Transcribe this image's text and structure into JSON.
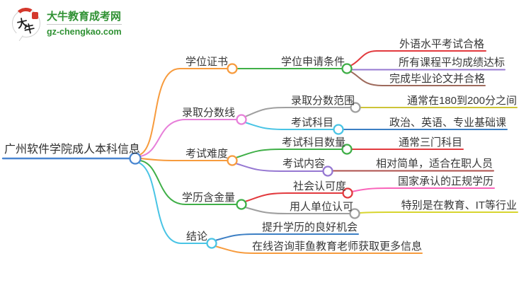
{
  "logo": {
    "emblem_chars": [
      "大",
      "牛"
    ],
    "title": "大牛教育成考网",
    "url": "gz-chengkao.com"
  },
  "palette": {
    "blue": "#4a86d1",
    "blue2": "#3c7fc4",
    "orange": "#f79b3d",
    "pink": "#e77fd9",
    "green": "#3faf47",
    "cyan": "#49c4e5",
    "red": "#e23a3e",
    "purple": "#9678d2",
    "brown": "#9e6a5c",
    "gray": "#9f9f9f",
    "olive": "#cdc437",
    "yellow": "#d8d52f",
    "hotpink": "#fa64ba",
    "darkred": "#ad4f4b",
    "logo_green": "#2f9133",
    "seal_red": "#d4382c"
  },
  "mindmap": {
    "root": {
      "label": "广州软件学院成人本科信息"
    },
    "branches": [
      {
        "label": "学位证书",
        "children": [
          {
            "label": "学位申请条件",
            "children": [
              {
                "label": "外语水平考试合格"
              },
              {
                "label": "所有课程平均成绩达标"
              },
              {
                "label": "完成毕业论文并合格"
              }
            ]
          }
        ]
      },
      {
        "label": "录取分数线",
        "children": [
          {
            "label": "录取分数范围",
            "value": "通常在180到200分之间"
          },
          {
            "label": "考试科目",
            "value": "政治、英语、专业基础课"
          }
        ]
      },
      {
        "label": "考试难度",
        "children": [
          {
            "label": "考试科目数量",
            "value": "通常三门科目"
          },
          {
            "label": "考试内容",
            "value": "相对简单，适合在职人员"
          }
        ]
      },
      {
        "label": "学历含金量",
        "children": [
          {
            "label": "社会认可度",
            "value": "国家承认的正规学历"
          },
          {
            "label": "用人单位认可",
            "value": "特别是在教育、IT等行业"
          }
        ]
      },
      {
        "label": "结论",
        "children": [
          {
            "label": "提升学历的良好机会"
          },
          {
            "label": "在线咨询菲鱼教育老师获取更多信息"
          }
        ]
      }
    ]
  }
}
